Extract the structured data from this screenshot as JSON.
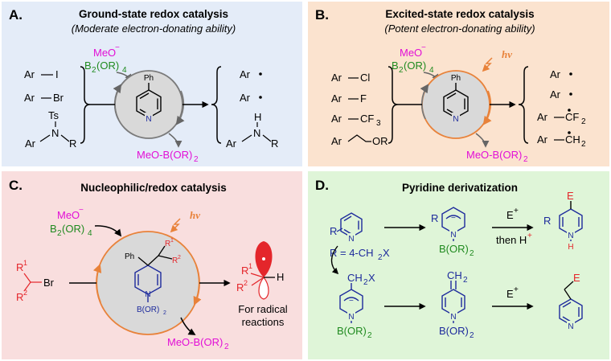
{
  "panels": {
    "A": {
      "letter": "A.",
      "title": "Ground-state redox catalysis",
      "subtitle": "(Moderate electron-donating ability)",
      "background": "#e4ecf8",
      "reagent_top_1": "MeO",
      "reagent_top_2": "B",
      "reagent_top_3": "(OR)",
      "reagent_top_4": "4",
      "catalyst_substituent": "Ph",
      "catalyst_atom": "N",
      "product_bottom": "MeO-B(OR)",
      "product_bottom_sub": "2",
      "substrates": [
        "Ar",
        "I",
        "Ar",
        "Br",
        "Ts",
        "N",
        "Ar",
        "R"
      ],
      "products": [
        "Ar",
        "Ar",
        "H",
        "N",
        "Ar",
        "R"
      ]
    },
    "B": {
      "letter": "B.",
      "title": "Excited-state redox catalysis",
      "subtitle": "(Potent electron-donating ability)",
      "background": "#fbe3cf",
      "reagent_top_1": "MeO",
      "reagent_top_2": "B",
      "reagent_top_3": "(OR)",
      "reagent_top_4": "4",
      "light": "hν",
      "catalyst_substituent": "Ph",
      "catalyst_atom": "N",
      "product_bottom": "MeO-B(OR)",
      "product_bottom_sub": "2",
      "substrates": [
        "Ar",
        "Cl",
        "Ar",
        "F",
        "Ar",
        "CF",
        "3",
        "Ar",
        "OR"
      ],
      "products": [
        "Ar",
        "Ar",
        "Ar",
        "CF",
        "2",
        "Ar",
        "CH",
        "2"
      ]
    },
    "C": {
      "letter": "C.",
      "title": "Nucleophilic/redox catalysis",
      "background": "#f9dede",
      "reagent_top_1": "MeO",
      "reagent_top_2": "B",
      "reagent_top_3": "(OR)",
      "reagent_top_4": "4",
      "light": "hν",
      "catalyst_ph": "Ph",
      "catalyst_r1": "R",
      "catalyst_r2": "R",
      "catalyst_n": "N",
      "catalyst_b": "B(OR)",
      "catalyst_b_sub": "2",
      "substrate": [
        "R",
        "1",
        "Br",
        "R",
        "2"
      ],
      "radical": [
        "R",
        "1",
        "H",
        "R",
        "2"
      ],
      "radical_caption_1": "For radical",
      "radical_caption_2": "reactions",
      "product_bottom": "MeO-B(OR)",
      "product_bottom_sub": "2"
    },
    "D": {
      "letter": "D.",
      "title": "Pyridine derivatization",
      "background": "#dff5d8",
      "pyridine_r": "R",
      "pyridine_n": "N",
      "condition_r": "R = 4-CH",
      "condition_r_sub": "2",
      "condition_r_tail": "X",
      "anion_r": "R",
      "anion_n": "N",
      "anion_b": "B(OR)",
      "anion_b_sub": "2",
      "electrophile_1": "E",
      "then_text": "then H",
      "dhp_e": "E",
      "dhp_r": "R",
      "dhp_n": "N",
      "dhp_h": "H",
      "anion2_ch2x": "CH",
      "anion2_ch2x_sub": "2",
      "anion2_ch2x_tail": "X",
      "anion2_n": "N",
      "anion2_b": "B(OR)",
      "anion2_b_sub": "2",
      "alkylidene_ch2": "CH",
      "alkylidene_ch2_sub": "2",
      "alkylidene_n": "N",
      "alkylidene_b": "B(OR)",
      "alkylidene_b_sub": "2",
      "electrophile_2": "E",
      "product_e": "E",
      "product_n": "N"
    }
  },
  "colors": {
    "magenta": "#e20fd6",
    "green": "#1f8a1f",
    "red": "#e4262b",
    "blue": "#1d2a9c",
    "orange": "#e8823a"
  }
}
